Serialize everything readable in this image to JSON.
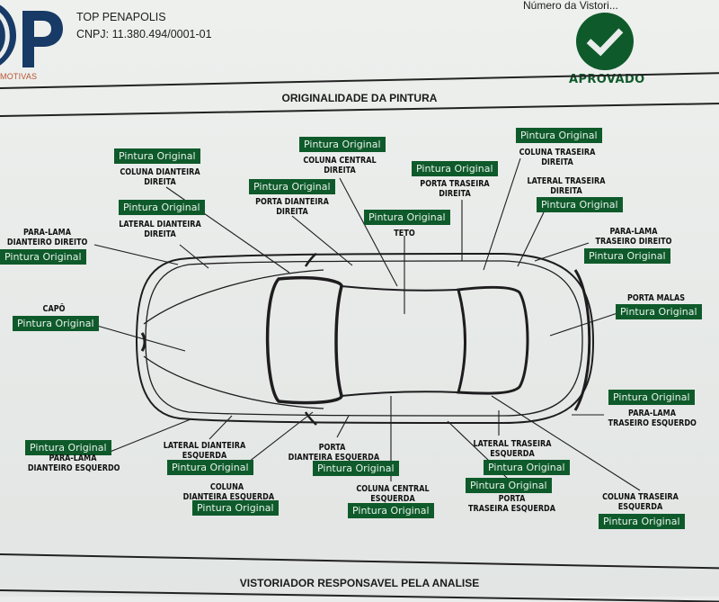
{
  "header": {
    "brand_suffix": "MOTIVAS",
    "company_name": "TOP PENAPOLIS",
    "cnpj": "CNPJ: 11.380.494/0001-01",
    "number_label": "Número da Vistori...",
    "status": "APROVADO",
    "status_color": "#0f5a2b"
  },
  "section_title": "ORIGINALIDADE DA PINTURA",
  "footer_title": "VISTORIADOR RESPONSAVEL PELA ANALISE",
  "parts": [
    {
      "name": "COLUNA DIANTEIRA DIREITA",
      "line1": "COLUNA DIANTEIRA",
      "line2": "DIREITA",
      "status": "Pintura Original"
    },
    {
      "name": "LATERAL DIANTEIRA DIREITA",
      "line1": "LATERAL DIANTEIRA",
      "line2": "DIREITA",
      "status": "Pintura Original"
    },
    {
      "name": "PARA-LAMA DIANTEIRO DIREITO",
      "line1": "PARA-LAMA",
      "line2": "DIANTEIRO DIREITO",
      "status": "Pintura Original"
    },
    {
      "name": "COLUNA CENTRAL DIREITA",
      "line1": "COLUNA CENTRAL",
      "line2": "DIREITA",
      "status": "Pintura Original"
    },
    {
      "name": "PORTA DIANTEIRA DIREITA",
      "line1": "PORTA DIANTEIRA",
      "line2": "DIREITA",
      "status": "Pintura Original"
    },
    {
      "name": "PORTA TRASEIRA DIREITA",
      "line1": "PORTA TRASEIRA",
      "line2": "DIREITA",
      "status": "Pintura Original"
    },
    {
      "name": "TETO",
      "line1": "TETO",
      "line2": "",
      "status": "Pintura Original"
    },
    {
      "name": "COLUNA TRASEIRA DIREITA",
      "line1": "COLUNA TRASEIRA",
      "line2": "DIREITA",
      "status": "Pintura Original"
    },
    {
      "name": "LATERAL TRASEIRA DIREITA",
      "line1": "LATERAL TRASEIRA",
      "line2": "DIREITA",
      "status": "Pintura Original"
    },
    {
      "name": "PARA-LAMA TRASEIRO DIREITO",
      "line1": "PARA-LAMA",
      "line2": "TRASEIRO DIREITO",
      "status": "Pintura Original"
    },
    {
      "name": "CAPÔ",
      "line1": "CAPÔ",
      "line2": "",
      "status": "Pintura Original"
    },
    {
      "name": "PORTA MALAS",
      "line1": "PORTA MALAS",
      "line2": "",
      "status": "Pintura Original"
    },
    {
      "name": "PARA-LAMA TRASEIRO ESQUERDO",
      "line1": "PARA-LAMA",
      "line2": "TRASEIRO ESQUERDO",
      "status": "Pintura Original"
    },
    {
      "name": "PARA-LAMA DIANTEIRO ESQUERDO",
      "line1": "PARA-LAMA",
      "line2": "DIANTEIRO ESQUERDO",
      "status": "Pintura Original"
    },
    {
      "name": "LATERAL DIANTEIRA ESQUERDA",
      "line1": "LATERAL DIANTEIRA",
      "line2": "ESQUERDA",
      "status": "Pintura Original"
    },
    {
      "name": "COLUNA DIANTEIRA ESQUERDA",
      "line1": "COLUNA",
      "line2": "DIANTEIRA ESQUERDA",
      "status": "Pintura Original"
    },
    {
      "name": "PORTA DIANTEIRA ESQUERDA",
      "line1": "PORTA",
      "line2": "DIANTEIRA ESQUERDA",
      "status": "Pintura Original"
    },
    {
      "name": "COLUNA CENTRAL ESQUERDA",
      "line1": "COLUNA CENTRAL",
      "line2": "ESQUERDA",
      "status": "Pintura Original"
    },
    {
      "name": "LATERAL TRASEIRA ESQUERDA",
      "line1": "LATERAL TRASEIRA",
      "line2": "ESQUERDA",
      "status": "Pintura Original"
    },
    {
      "name": "PORTA TRASEIRA ESQUERDA",
      "line1": "PORTA",
      "line2": "TRASEIRA ESQUERDA",
      "status": "Pintura Original"
    },
    {
      "name": "COLUNA TRASEIRA ESQUERDA",
      "line1": "COLUNA TRASEIRA",
      "line2": "ESQUERDA",
      "status": "Pintura Original"
    }
  ]
}
